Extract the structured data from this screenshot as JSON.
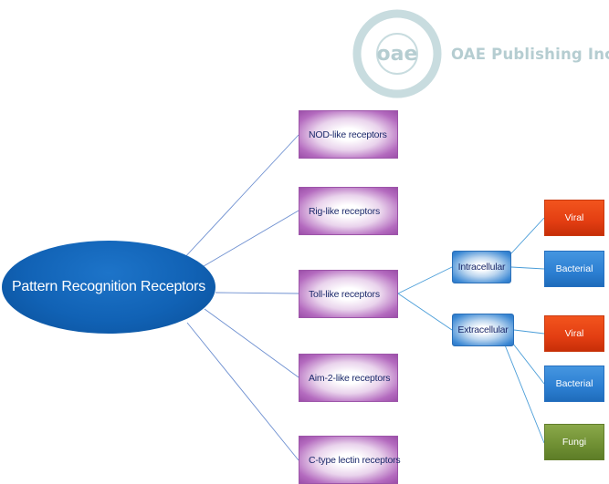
{
  "watermark": {
    "text": "OAE Publishing Inc.",
    "logo_text": "oae",
    "color": "#b5cdd1"
  },
  "diagram": {
    "root": "Pattern Recognition Receptors",
    "receptors": [
      "NOD-like receptors",
      "Rig-like receptors",
      "Toll-like receptors",
      "Aim-2-like receptors",
      "C-type lectin receptors"
    ],
    "toll_branches": {
      "intracellular": {
        "label": "Intracellular",
        "children": [
          "Viral",
          "Bacterial"
        ]
      },
      "extracellular": {
        "label": "Extracellular",
        "children": [
          "Viral",
          "Bacterial",
          "Fungi"
        ]
      }
    }
  },
  "colors": {
    "root": "#1162b5",
    "receptor": "#b46bbf",
    "branch": "#3b88d4",
    "viral": "#e33e12",
    "bacterial": "#2c7fd2",
    "fungi": "#6f8f33",
    "connector": "#6d8fd0"
  }
}
